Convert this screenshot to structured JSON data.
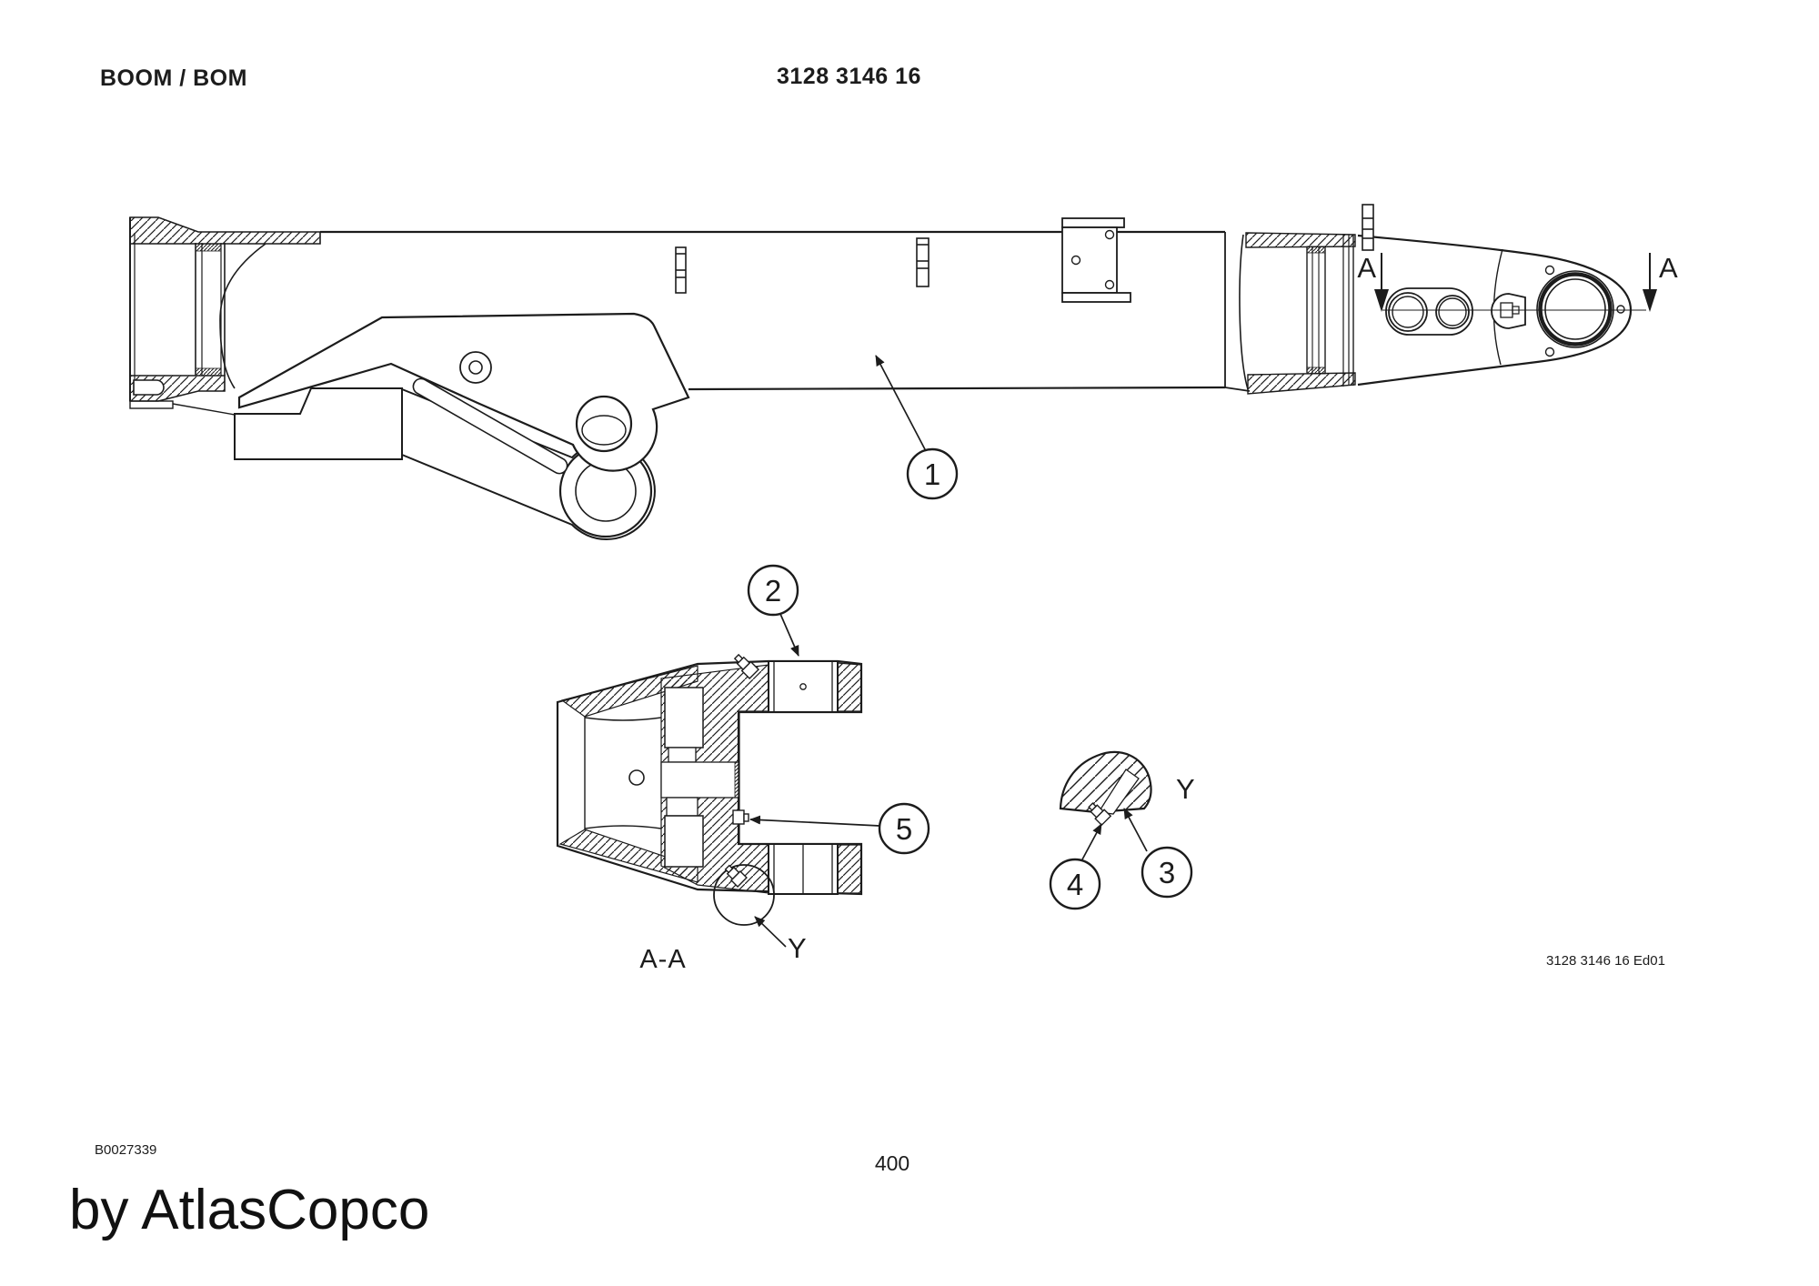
{
  "header": {
    "product_title": "BOOM / BOM",
    "part_number": "3128 3146 16"
  },
  "footer": {
    "document_code": "B0027339",
    "watermark": "by AtlasCopco",
    "page_number": "400",
    "edition": "3128 3146 16 Ed01"
  },
  "drawing": {
    "section_cut_label_left": "A",
    "section_cut_label_right": "A",
    "section_view_label": "A-A",
    "detail_view_label": "Y",
    "detail_ref_label": "Y",
    "callouts": [
      {
        "id": "1"
      },
      {
        "id": "2"
      },
      {
        "id": "3"
      },
      {
        "id": "4"
      },
      {
        "id": "5"
      }
    ]
  },
  "colors": {
    "line": "#1c1c1c",
    "background": "#ffffff"
  }
}
